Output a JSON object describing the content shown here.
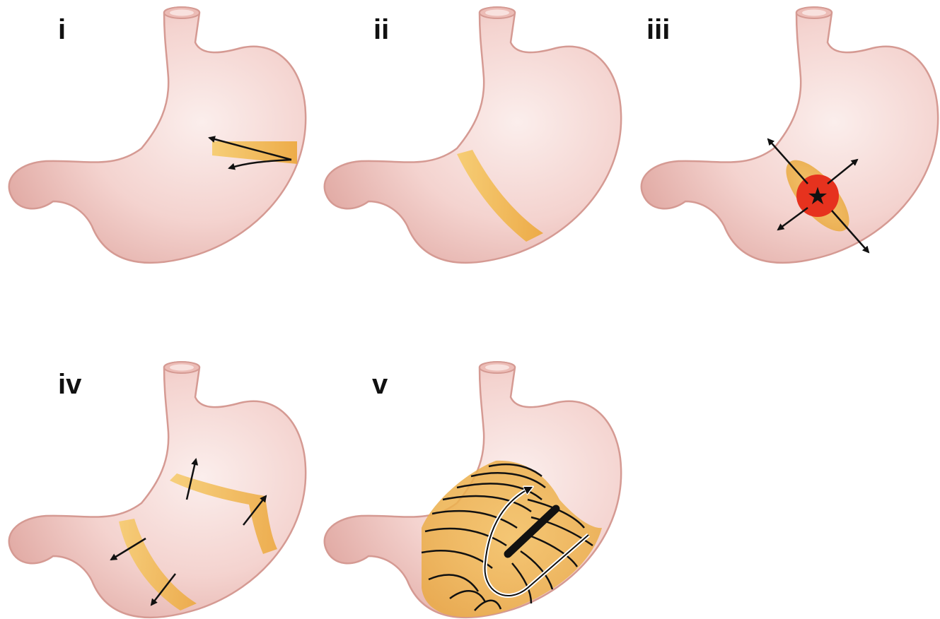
{
  "panels": [
    {
      "id": "i",
      "label": "i"
    },
    {
      "id": "ii",
      "label": "ii"
    },
    {
      "id": "iii",
      "label": "iii"
    },
    {
      "id": "iv",
      "label": "iv"
    },
    {
      "id": "v",
      "label": "v"
    }
  ],
  "colors": {
    "stomach_fill": "#f4d3cf",
    "stomach_stroke": "#d49b95",
    "band": "#f2b84b",
    "ectopic_focus": "#e6321e",
    "arrow": "#111111"
  }
}
